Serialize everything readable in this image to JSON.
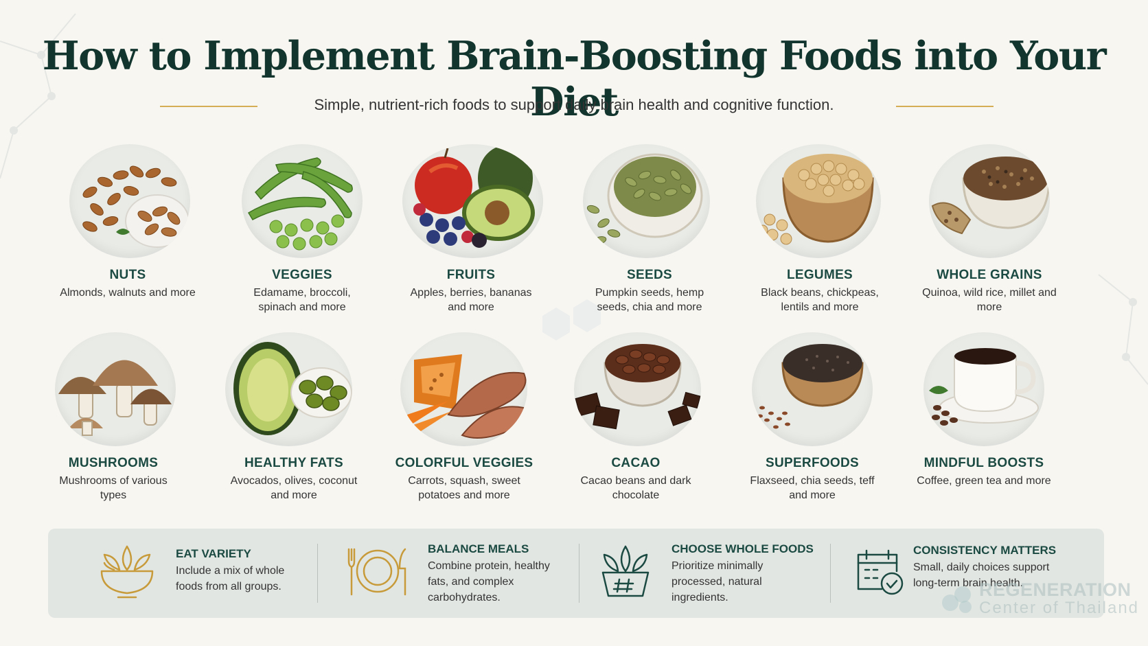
{
  "header": {
    "title": "How to Implement Brain-Boosting Foods into Your Diet",
    "subtitle": "Simple, nutrient-rich foods to support daily brain health and cognitive function."
  },
  "foods": [
    {
      "name": "NUTS",
      "desc": "Almonds, walnuts and more",
      "icon": "nuts-image"
    },
    {
      "name": "VEGGIES",
      "desc": "Edamame, broccoli, spinach and more",
      "icon": "edamame-image"
    },
    {
      "name": "FRUITS",
      "desc": "Apples, berries, bananas and more",
      "icon": "fruits-image"
    },
    {
      "name": "SEEDS",
      "desc": "Pumpkin seeds, hemp seeds, chia and more",
      "icon": "seeds-image"
    },
    {
      "name": "LEGUMES",
      "desc": "Black beans, chickpeas, lentils and more",
      "icon": "legumes-image"
    },
    {
      "name": "WHOLE GRAINS",
      "desc": "Quinoa, wild rice, millet and more",
      "icon": "grains-image"
    },
    {
      "name": "MUSHROOMS",
      "desc": "Mushrooms of various types",
      "icon": "mushrooms-image"
    },
    {
      "name": "HEALTHY FATS",
      "desc": "Avocados, olives, coconut and more",
      "icon": "avocado-olives-image"
    },
    {
      "name": "COLORFUL VEGGIES",
      "desc": "Carrots, squash, sweet potatoes and more",
      "icon": "carrots-squash-image"
    },
    {
      "name": "CACAO",
      "desc": "Cacao beans and dark chocolate",
      "icon": "cacao-image"
    },
    {
      "name": "SUPERFOODS",
      "desc": "Flaxseed, chia seeds, teff and more",
      "icon": "superfoods-image"
    },
    {
      "name": "MINDFUL BOOSTS",
      "desc": "Coffee, green tea and more",
      "icon": "coffee-image"
    }
  ],
  "tips": [
    {
      "title": "EAT VARIETY",
      "text": "Include a mix of whole foods from all groups.",
      "icon": "bowl-icon"
    },
    {
      "title": "BALANCE MEALS",
      "text": "Combine protein, healthy fats, and complex carbohydrates.",
      "icon": "plate-icon"
    },
    {
      "title": "CHOOSE WHOLE FOODS",
      "text": "Prioritize minimally processed, natural ingredients.",
      "icon": "basket-icon"
    },
    {
      "title": "CONSISTENCY MATTERS",
      "text": "Small, daily choices support long-term brain health.",
      "icon": "calendar-check-icon"
    }
  ],
  "watermark": {
    "line1": "REGENERATION",
    "line2": "Center of Thailand"
  },
  "colors": {
    "title": "#12352d",
    "heading": "#1b4a42",
    "accent": "#d4ad55",
    "background": "#f8f6f1",
    "panel": "#e2e6e2"
  }
}
